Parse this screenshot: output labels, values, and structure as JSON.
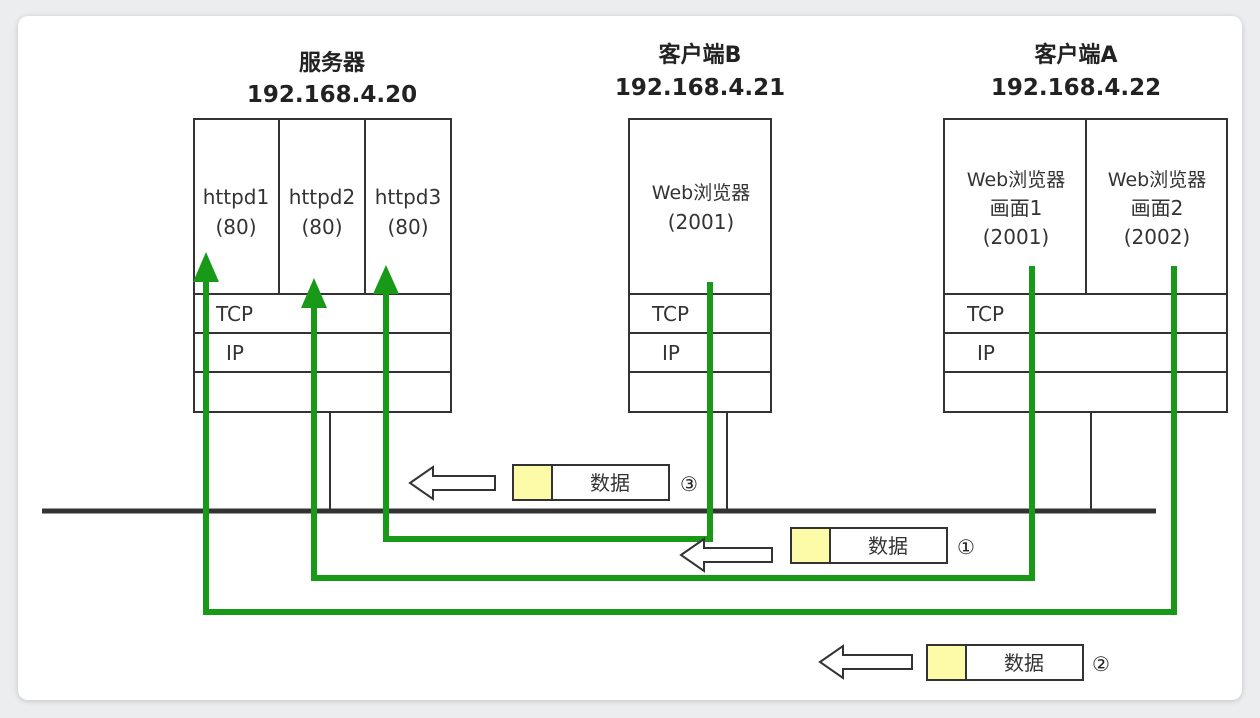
{
  "hosts": {
    "server": {
      "name": "服务器",
      "ip": "192.168.4.20",
      "apps": [
        {
          "name": "httpd1",
          "port": "(80)"
        },
        {
          "name": "httpd2",
          "port": "(80)"
        },
        {
          "name": "httpd3",
          "port": "(80)"
        }
      ],
      "layers": [
        "TCP",
        "IP"
      ]
    },
    "client_b": {
      "name": "客户端B",
      "ip": "192.168.4.21",
      "apps": [
        {
          "lines": [
            "Web浏览器",
            "(2001)"
          ]
        }
      ],
      "layers": [
        "TCP",
        "IP"
      ]
    },
    "client_a": {
      "name": "客户端A",
      "ip": "192.168.4.22",
      "apps": [
        {
          "lines": [
            "Web浏览器",
            "画面1",
            "(2001)"
          ]
        },
        {
          "lines": [
            "Web浏览器",
            "画面2",
            "(2002)"
          ]
        }
      ],
      "layers": [
        "TCP",
        "IP"
      ]
    }
  },
  "packets": [
    {
      "label": "数据",
      "number": "③"
    },
    {
      "label": "数据",
      "number": "①"
    },
    {
      "label": "数据",
      "number": "②"
    }
  ],
  "colors": {
    "flow": "#189a18",
    "packet_header": "#fdfba8"
  },
  "icons": {
    "direction_arrow": "hollow-left-arrow-icon"
  }
}
